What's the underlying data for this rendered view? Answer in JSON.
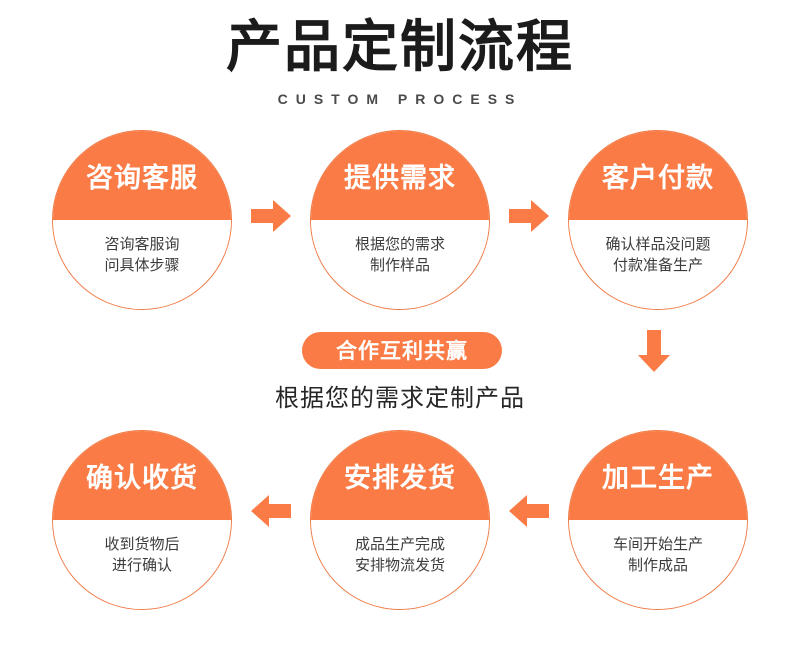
{
  "header": {
    "title": "产品定制流程",
    "subtitle": "CUSTOM PROCESS"
  },
  "colors": {
    "accent": "#fa7b45",
    "circle_border": "#f07a45",
    "title_text": "#1b1b1b",
    "body_text": "#3c3c3c",
    "background": "#ffffff"
  },
  "steps": [
    {
      "id": "step-1",
      "title": "咨询客服",
      "desc": "咨询客服询\n问具体步骤"
    },
    {
      "id": "step-2",
      "title": "提供需求",
      "desc": "根据您的需求\n制作样品"
    },
    {
      "id": "step-3",
      "title": "客户付款",
      "desc": "确认样品没问题\n付款准备生产"
    },
    {
      "id": "step-4",
      "title": "确认收货",
      "desc": "收到货物后\n进行确认"
    },
    {
      "id": "step-5",
      "title": "安排发货",
      "desc": "成品生产完成\n安排物流发货"
    },
    {
      "id": "step-6",
      "title": "加工生产",
      "desc": "车间开始生产\n制作成品"
    }
  ],
  "arrows": [
    {
      "id": "arrow-1",
      "direction": "right",
      "icon": "arrow-right-icon"
    },
    {
      "id": "arrow-2",
      "direction": "right",
      "icon": "arrow-right-icon"
    },
    {
      "id": "arrow-3",
      "direction": "down",
      "icon": "arrow-down-icon"
    },
    {
      "id": "arrow-4",
      "direction": "left",
      "icon": "arrow-left-icon"
    },
    {
      "id": "arrow-5",
      "direction": "left",
      "icon": "arrow-left-icon"
    }
  ],
  "center": {
    "pill_label": "合作互利共赢",
    "caption": "根据您的需求定制产品"
  }
}
